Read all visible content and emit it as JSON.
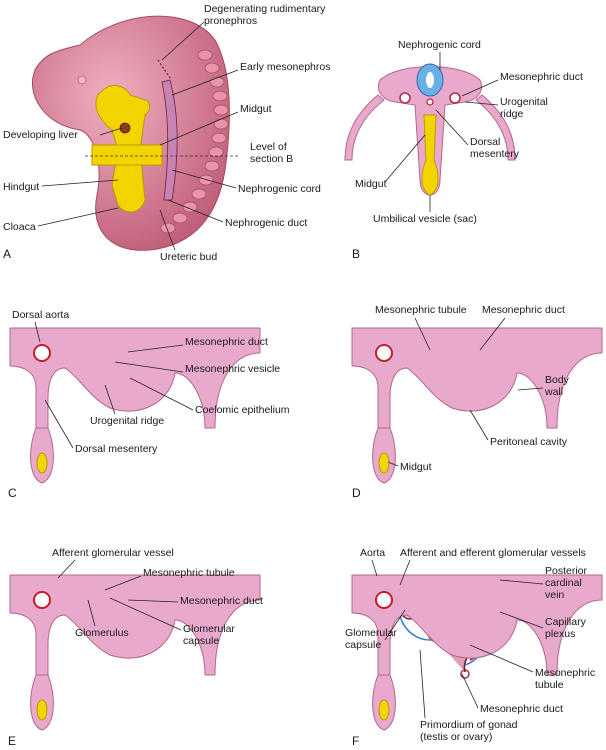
{
  "panels": {
    "A": {
      "letter": "A",
      "labels": {
        "pronephros": "Degenerating rudimentary\npronephros",
        "early_meso": "Early mesonephros",
        "midgut": "Midgut",
        "liver": "Developing liver",
        "level": "Level of\nsection B",
        "hindgut": "Hindgut",
        "neph_cord": "Nephrogenic cord",
        "neph_duct": "Nephrogenic duct",
        "cloaca": "Cloaca",
        "ureteric": "Ureteric bud"
      }
    },
    "B": {
      "letter": "B",
      "labels": {
        "neph_cord": "Nephrogenic cord",
        "meso_duct": "Mesonephric duct",
        "urogenital": "Urogenital\nridge",
        "dorsal_mes": "Dorsal\nmesentery",
        "midgut": "Midgut",
        "umbilical": "Umbilical vesicle (sac)"
      }
    },
    "C": {
      "letter": "C",
      "labels": {
        "dorsal_aorta": "Dorsal aorta",
        "meso_duct": "Mesonephric duct",
        "meso_vesicle": "Mesonephric vesicle",
        "coelomic": "Coelomic epithelium",
        "urogenital": "Urogenital ridge",
        "dorsal_mes": "Dorsal mesentery"
      }
    },
    "D": {
      "letter": "D",
      "labels": {
        "meso_tubule": "Mesonephric tubule",
        "meso_duct": "Mesonephric duct",
        "body_wall": "Body\nwall",
        "peritoneal": "Peritoneal cavity",
        "midgut": "Midgut"
      }
    },
    "E": {
      "letter": "E",
      "labels": {
        "afferent": "Afferent glomerular vessel",
        "meso_tubule": "Mesonephric tubule",
        "meso_duct": "Mesonephric duct",
        "glom_capsule": "Glomerular\ncapsule",
        "glomerulus": "Glomerulus"
      }
    },
    "F": {
      "letter": "F",
      "labels": {
        "aorta": "Aorta",
        "aff_eff": "Afferent and efferent glomerular vessels",
        "post_card": "Posterior\ncardinal\nvein",
        "capillary": "Capillary\nplexus",
        "glom_capsule": "Glomerular\ncapsule",
        "meso_tubule": "Mesonephric\ntubule",
        "meso_duct": "Mesonephric duct",
        "primordium": "Primordium of gonad\n(testis or ovary)"
      }
    }
  },
  "colors": {
    "tissue": "#e9a9cc",
    "embryo": "#d9788f",
    "yolk": "#f2d400",
    "vessel": "#d0202a",
    "blue": "#3b7fd0"
  }
}
